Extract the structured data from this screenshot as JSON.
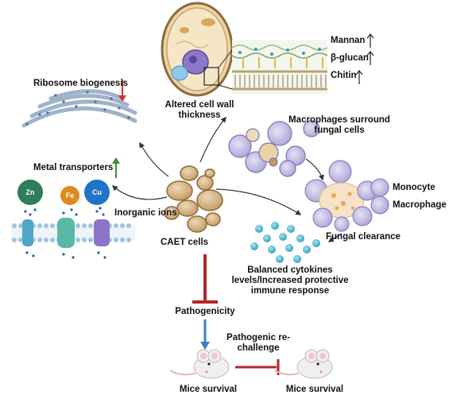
{
  "labels": {
    "ribosome": "Ribosome biogenesis",
    "metal_transporters": "Metal transporters",
    "inorganic_ions": "Inorganic ions",
    "caet_cells": "CAET cells",
    "cell_wall_line1": "Altered cell wall",
    "cell_wall_line2": "thickness",
    "mannan": "Mannan",
    "glucan": "β-glucan",
    "chitin": "Chitin",
    "macro_surround_line1": "Macrophages surround",
    "macro_surround_line2": "fungal cells",
    "monocyte": "Monocyte",
    "macrophage": "Macrophage",
    "fungal_clearance": "Fungal clearance",
    "cytokines_line1": "Balanced cytokines",
    "cytokines_line2": "levels/Increased protective",
    "cytokines_line3": "immune response",
    "pathogenicity": "Pathogenicity",
    "rechallenge_line1": "Pathogenic re-",
    "rechallenge_line2": "challenge",
    "mice_survival_left": "Mice survival",
    "mice_survival_right": "Mice survival"
  },
  "ions": {
    "zn": "Zn",
    "fe": "Fe",
    "cu": "Cu"
  },
  "colors": {
    "down_arrow": "#d0312d",
    "up_arrow": "#3e8e3a",
    "inhibit": "#b3262a",
    "down_blue": "#3b7fc4",
    "zn": "#2e7d5b",
    "fe": "#e08a1e",
    "cu": "#1f74c6"
  }
}
